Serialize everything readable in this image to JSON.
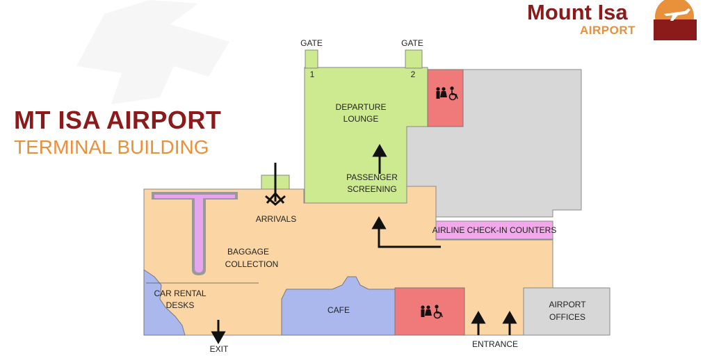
{
  "logo": {
    "main": "Mount Isa",
    "sub": "AIRPORT"
  },
  "title": {
    "line1": "MT ISA AIRPORT",
    "line2": "TERMINAL BUILDING"
  },
  "colors": {
    "title_dark": "#8b1a1a",
    "title_light": "#e8903a",
    "terminal": "#fbd6a4",
    "lounge": "#cdea90",
    "restricted": "#d7d7d7",
    "restroom": "#f07a7a",
    "checkin": "#f2a8ea",
    "cafe": "#aab8ee",
    "baggage_belt": "#999999",
    "belt_center": "#e6a6ee",
    "logo_brown": "#8b1a1a",
    "logo_orange": "#e8903a"
  },
  "gates": [
    {
      "label": "GATE",
      "number": "1"
    },
    {
      "label": "GATE",
      "number": "2"
    }
  ],
  "labels": {
    "departure_line1": "DEPARTURE",
    "departure_line2": "LOUNGE",
    "screening_line1": "PASSENGER",
    "screening_line2": "SCREENING",
    "arrivals": "ARRIVALS",
    "baggage_line1": "BAGGAGE",
    "baggage_line2": "COLLECTION",
    "car_rental_line1": "CAR RENTAL",
    "car_rental_line2": "DESKS",
    "cafe": "CAFE",
    "checkin": "AIRLINE CHECK-IN COUNTERS",
    "offices_line1": "AIRPORT",
    "offices_line2": "OFFICES",
    "exit": "EXIT",
    "entrance": "ENTRANCE"
  },
  "icons": [
    "airplane-watermark-icon",
    "restroom-icon",
    "wheelchair-icon",
    "arrow-up-icon",
    "arrow-down-icon",
    "logo-sun-plane-icon"
  ]
}
